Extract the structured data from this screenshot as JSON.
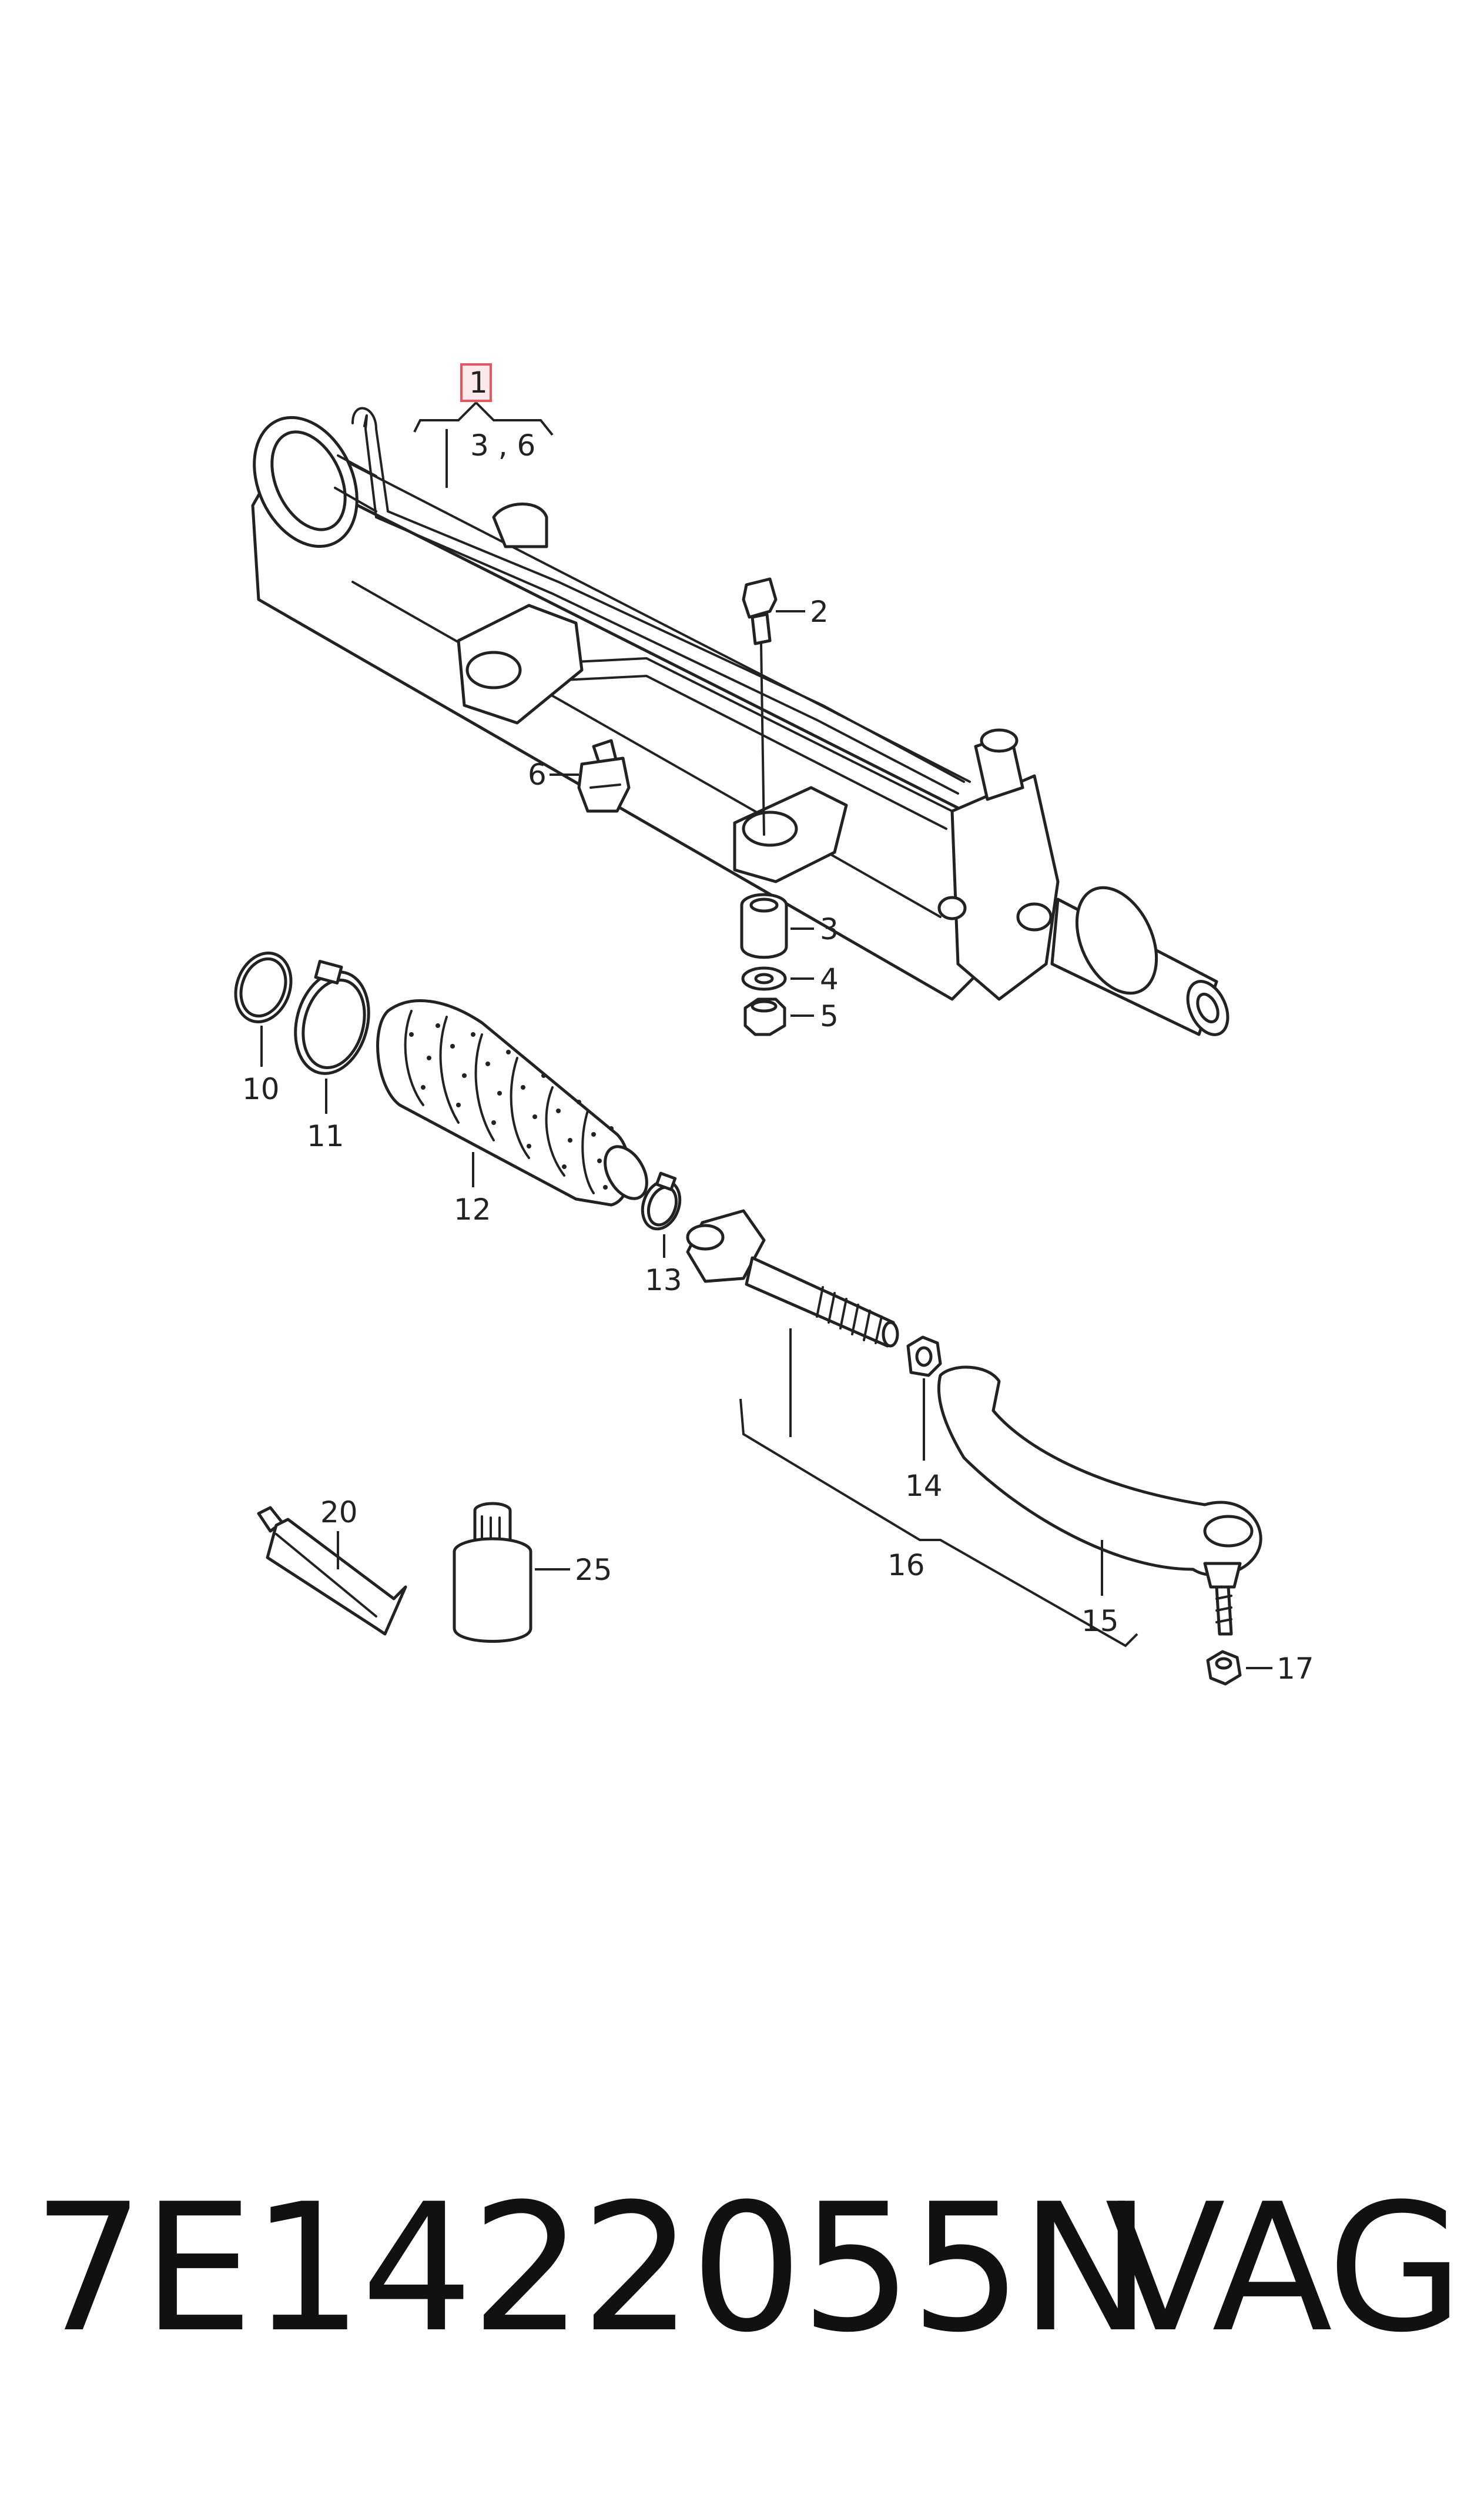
{
  "diagram": {
    "callouts": {
      "c1": "1",
      "c1_sub": "3 , 6",
      "c2": "2",
      "c3": "3",
      "c4": "4",
      "c5": "5",
      "c6": "6",
      "c10": "10",
      "c11": "11",
      "c12": "12",
      "c13": "13",
      "c14": "14",
      "c15": "15",
      "c16": "16",
      "c17": "17",
      "c20": "20",
      "c25": "25"
    },
    "highlight_color": "#e8555f"
  },
  "footer": {
    "part_number": "7E1422055N",
    "brand": "VAG"
  }
}
